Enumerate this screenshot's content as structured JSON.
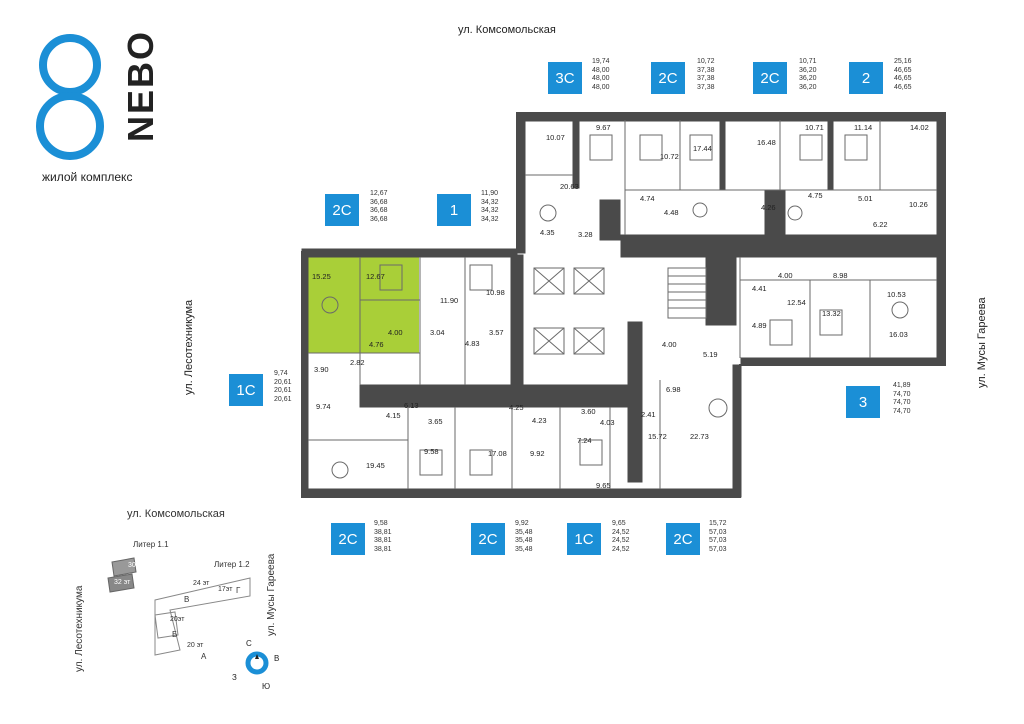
{
  "logo": {
    "brand": "NEBO",
    "subtitle": "жилой комплекс"
  },
  "streets": {
    "top": "ул. Комсомольская",
    "left": "ул. Лесотехникума",
    "right": "ул. Мусы Гареева",
    "mini_top": "ул. Комсомольская",
    "mini_left": "ул. Лесотехникума",
    "mini_right": "ул. Мусы Гареева"
  },
  "units": [
    {
      "type": "3С",
      "areas": [
        "19,74",
        "48,00",
        "48,00",
        "48,00"
      ]
    },
    {
      "type": "2С",
      "areas": [
        "10,72",
        "37,38",
        "37,38",
        "37,38"
      ]
    },
    {
      "type": "2С",
      "areas": [
        "10,71",
        "36,20",
        "36,20",
        "36,20"
      ]
    },
    {
      "type": "2",
      "areas": [
        "25,16",
        "46,65",
        "46,65",
        "46,65"
      ]
    },
    {
      "type": "2С",
      "areas": [
        "12,67",
        "36,68",
        "36,68",
        "36,68"
      ]
    },
    {
      "type": "1",
      "areas": [
        "11,90",
        "34,32",
        "34,32",
        "34,32"
      ]
    },
    {
      "type": "1С",
      "areas": [
        "9,74",
        "20,61",
        "20,61",
        "20,61"
      ]
    },
    {
      "type": "3",
      "areas": [
        "41,89",
        "74,70",
        "74,70",
        "74,70"
      ]
    },
    {
      "type": "2С",
      "areas": [
        "9,58",
        "38,81",
        "38,81",
        "38,81"
      ]
    },
    {
      "type": "2С",
      "areas": [
        "9,92",
        "35,48",
        "35,48",
        "35,48"
      ]
    },
    {
      "type": "1С",
      "areas": [
        "9,65",
        "24,52",
        "24,52",
        "24,52"
      ]
    },
    {
      "type": "2С",
      "areas": [
        "15,72",
        "57,03",
        "57,03",
        "57,03"
      ]
    }
  ],
  "room_labels": [
    "10.07",
    "9.67",
    "10.72",
    "17.44",
    "16.48",
    "10.71",
    "11.14",
    "14.02",
    "20.63",
    "4.74",
    "4.48",
    "4.26",
    "4.75",
    "5.01",
    "10.26",
    "6.22",
    "4.35",
    "3.28",
    "15.25",
    "12.67",
    "11.90",
    "10.98",
    "4.00",
    "8.98",
    "4.41",
    "12.54",
    "13.32",
    "10.53",
    "4.00",
    "3.04",
    "3.57",
    "4.83",
    "4.89",
    "16.03",
    "4.76",
    "2.82",
    "4.00",
    "5.19",
    "3.90",
    "6.98",
    "9.74",
    "6.13",
    "4.15",
    "3.65",
    "4.25",
    "3.60",
    "4.23",
    "4.03",
    "2.41",
    "15.72",
    "22.73",
    "7.24",
    "19.45",
    "9.58",
    "17.08",
    "9.92",
    "9.65"
  ],
  "site_map": {
    "buildings": [
      "Литер 1.1",
      "Литер 1.2",
      "30 эт",
      "32 эт",
      "24 эт",
      "17эт",
      "Г",
      "В",
      "20эт",
      "Б",
      "20 эт",
      "А"
    ]
  },
  "compass": {
    "n": "С",
    "e": "В",
    "s": "Ю",
    "w": "З"
  },
  "colors": {
    "accent": "#1b8fd6",
    "highlight": "#a9cf38",
    "wall": "#4a4a4a"
  }
}
